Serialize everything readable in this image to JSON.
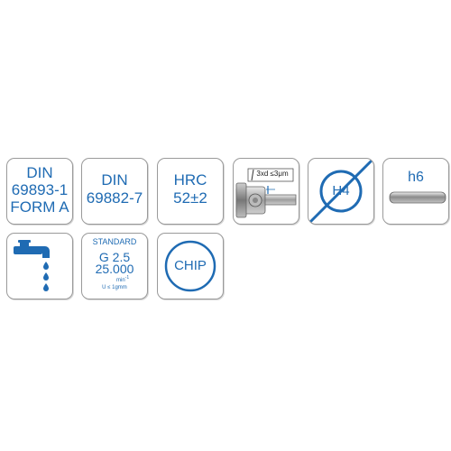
{
  "tiles": {
    "din_69893": {
      "line1": "DIN",
      "line2": "69893-1",
      "line3": "FORM A"
    },
    "din_69882": {
      "line1": "DIN",
      "line2": "69882-7"
    },
    "hrc": {
      "line1": "HRC",
      "line2": "52±2"
    },
    "runout": {
      "icon": "tool-holder-runout-icon",
      "label": "3xd ≤3μm"
    },
    "bore_tolerance": {
      "icon": "crossed-circle-icon",
      "label": "H4"
    },
    "shank_tolerance": {
      "icon": "cylindrical-shank-icon",
      "label": "h6"
    },
    "coolant": {
      "icon": "coolant-tap-icon"
    },
    "balancing": {
      "label1": "STANDARD",
      "label2": "G 2.5",
      "label3": "25.000",
      "unit": "min",
      "unit_exp": "-1",
      "label4": "U ≤ 1gmm"
    },
    "chip": {
      "label": "CHIP"
    }
  },
  "colors": {
    "accent": "#1f6bb3",
    "border": "#9a9a9a"
  }
}
